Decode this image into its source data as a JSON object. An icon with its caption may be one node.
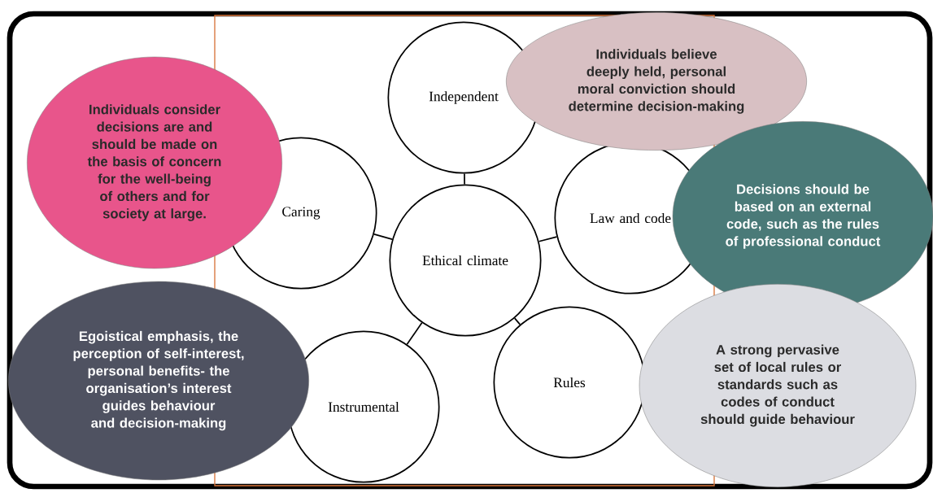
{
  "diagram": {
    "nodes": [
      {
        "text": [
          "Ethical climate"
        ]
      },
      {
        "text": [
          "Independent"
        ]
      },
      {
        "text": [
          "Law and code"
        ]
      },
      {
        "text": [
          "Rules"
        ]
      },
      {
        "text": [
          "Instrumental"
        ]
      },
      {
        "text": [
          "Caring"
        ]
      },
      {
        "text": [
          "Individuals consider decisions are and should be made on the basis of concern for the well-being of others and for society at large."
        ]
      },
      {
        "text": [
          "Individuals believe deeply held, personal moral conviction should determine decision-making"
        ]
      },
      {
        "text": [
          "Decisions should be based on an external code, such as the rules of professional conduct"
        ]
      },
      {
        "text": [
          "Egoistical emphasis, the perception of self-interest, personal benefits- the organisation’s interest guides behaviour and decision-making"
        ]
      },
      {
        "text": [
          "A strong pervasive set of local rules or standards such as codes of conduct should guide behaviour"
        ]
      }
    ],
    "edges": [
      {
        "from": 0,
        "to": 1,
        "arrow": "none"
      },
      {
        "from": 0,
        "to": 2,
        "arrow": "none"
      },
      {
        "from": 0,
        "to": 3,
        "arrow": "none"
      },
      {
        "from": 0,
        "to": 4,
        "arrow": "none"
      },
      {
        "from": 0,
        "to": 5,
        "arrow": "none"
      }
    ]
  }
}
